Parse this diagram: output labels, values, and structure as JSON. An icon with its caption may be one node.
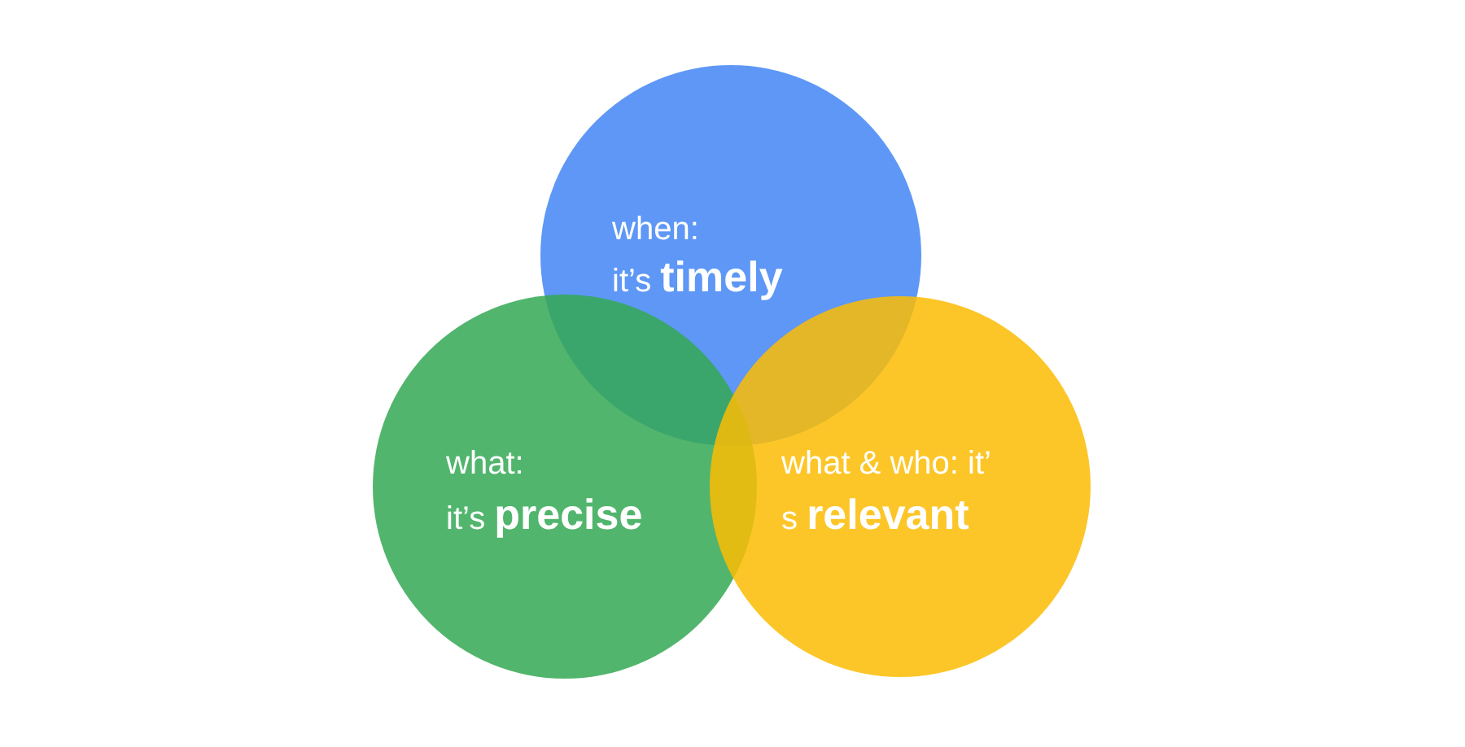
{
  "diagram": {
    "nodes": [
      {
        "text": [
          "when:",
          "it’s **timely**"
        ]
      },
      {
        "text": [
          "what:",
          "it’s **precise**"
        ]
      },
      {
        "text": [
          "what & who: it’",
          "s **relevant**"
        ]
      }
    ]
  }
}
